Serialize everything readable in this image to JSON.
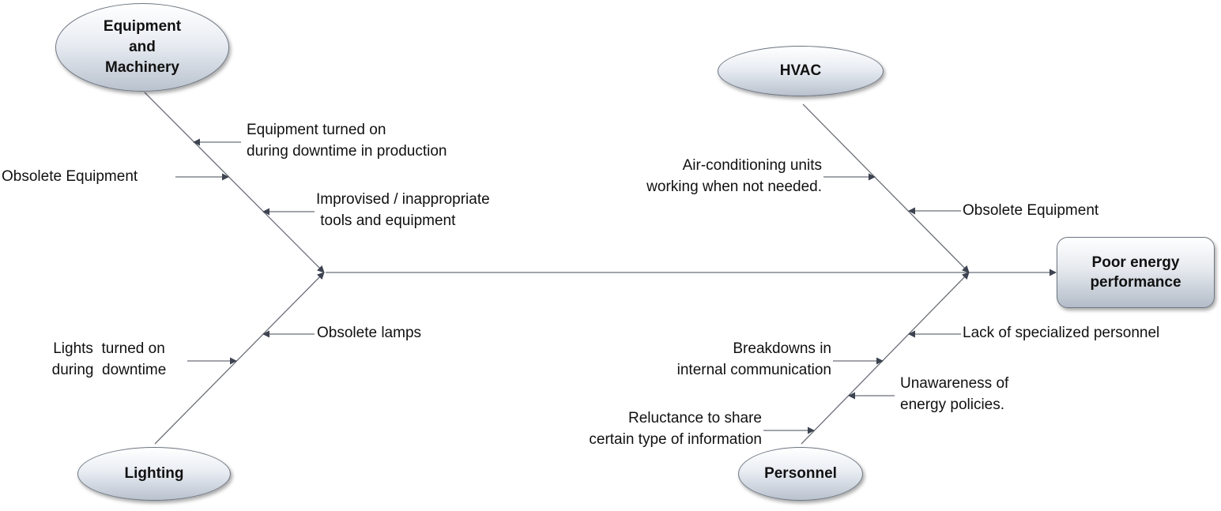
{
  "categories": {
    "equipment": "Equipment\nand\nMachinery",
    "hvac": "HVAC",
    "lighting": "Lighting",
    "personnel": "Personnel"
  },
  "effect": "Poor energy\nperformance",
  "causes": {
    "equip_turned_on": "Equipment turned on\nduring downtime in production",
    "equip_obsolete": "Obsolete Equipment",
    "equip_improvised": "Improvised / inappropriate\n tools and equipment",
    "hvac_aircon": "Air-conditioning units\nworking when not needed.",
    "hvac_obsolete": "Obsolete Equipment",
    "light_obsolete_lamps": "Obsolete lamps",
    "light_turned_on": "Lights  turned on\nduring  downtime",
    "pers_lack": "Lack of specialized personnel",
    "pers_breakdowns": "Breakdowns in\ninternal communication",
    "pers_unawareness": "Unawareness of\nenergy policies.",
    "pers_reluctance": "Reluctance to share\ncertain type of information"
  },
  "colors": {
    "line": "#6b6f78",
    "arrow": "#3d4350"
  }
}
